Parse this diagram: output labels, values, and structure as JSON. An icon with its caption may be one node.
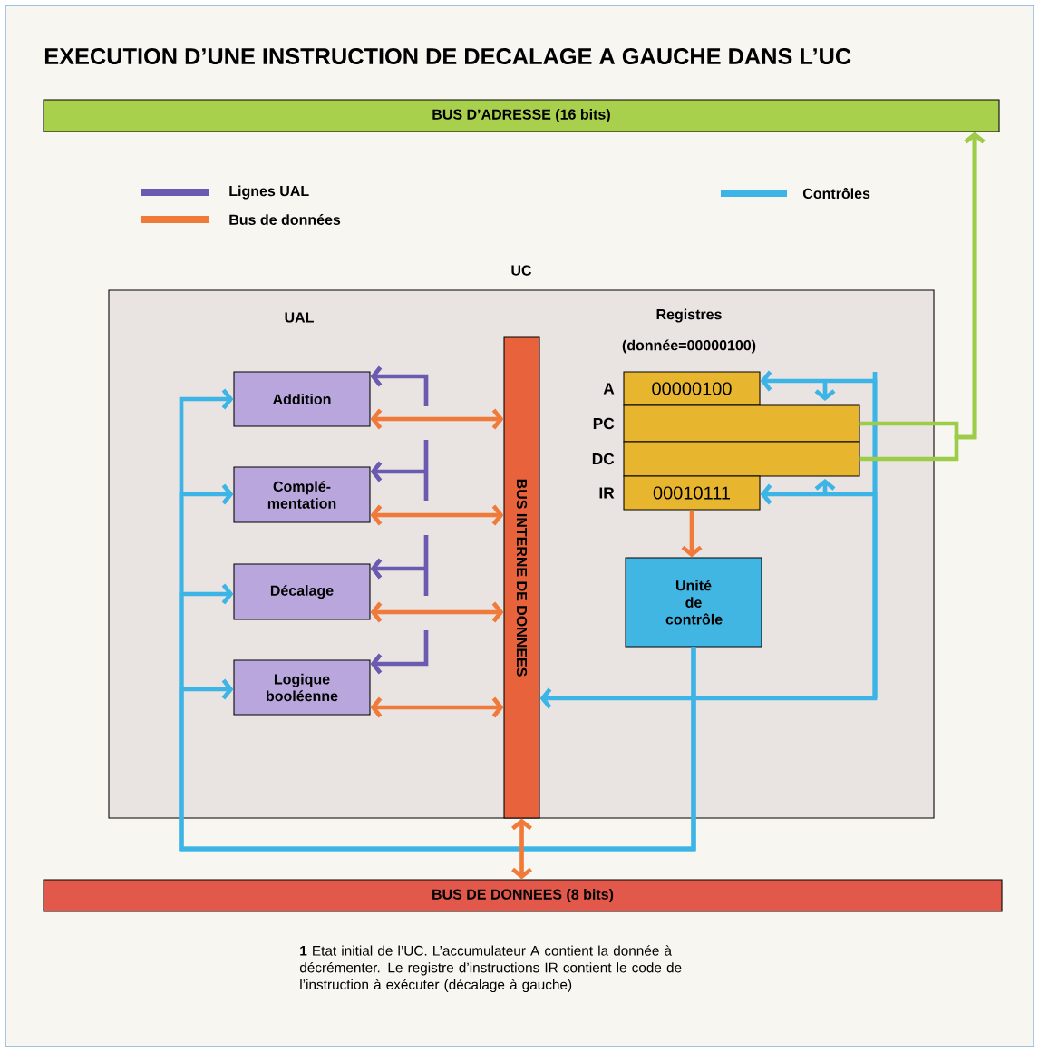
{
  "diagram": {
    "title": "EXECUTION D’UNE INSTRUCTION DE DECALAGE A GAUCHE DANS L’UC",
    "caption": "**1** Etat initial de l’UC. L’accumulateur A contient la donnée à décrémenter. Le registre d’instructions IR contient le code de l’instruction à exécuter (décalage à gauche)",
    "nodes": [
      {
        "text": [
          "BUS D’ADRESSE (16 bits)"
        ]
      },
      {
        "text": [
          "UC"
        ]
      },
      {
        "text": [
          "Addition"
        ],
        "in": 1
      },
      {
        "text": [
          "Complé- mentation"
        ],
        "in": 1
      },
      {
        "text": [
          "Décalage"
        ],
        "in": 1
      },
      {
        "text": [
          "Logique booléenne"
        ],
        "in": 1
      },
      {
        "text": [
          "BUS INTERNE DE DONNEES"
        ],
        "in": 1
      },
      {
        "text": [
          "00000100"
        ],
        "beside": [
          "A"
        ],
        "in": 1
      },
      {
        "text": [],
        "shape": "box",
        "beside": [
          "PC"
        ],
        "in": 1
      },
      {
        "text": [],
        "shape": "box",
        "beside": [
          "DC"
        ],
        "in": 1
      },
      {
        "text": [
          "00010111"
        ],
        "beside": [
          "IR"
        ],
        "in": 1
      },
      {
        "text": [
          "Unité de contrôle"
        ],
        "in": 1
      },
      {
        "text": [
          "BUS DE DONNEES (8 bits)"
        ]
      }
    ],
    "edges": [
      {
        "from": 2,
        "to": 6,
        "arrow": "both",
        "color": "#f07a3a"
      },
      {
        "from": 3,
        "to": 6,
        "arrow": "both",
        "color": "#f07a3a"
      },
      {
        "from": 4,
        "to": 6,
        "arrow": "both",
        "color": "#f07a3a"
      },
      {
        "from": 5,
        "to": 6,
        "arrow": "both",
        "color": "#f07a3a"
      },
      {
        "from": null,
        "to": 2,
        "arrow": "to",
        "color": "#6b5bb0"
      },
      {
        "from": null,
        "to": 3,
        "arrow": "to",
        "color": "#6b5bb0"
      },
      {
        "from": null,
        "to": 4,
        "arrow": "to",
        "color": "#6b5bb0"
      },
      {
        "from": null,
        "to": 5,
        "arrow": "to",
        "color": "#6b5bb0"
      },
      {
        "from": 11,
        "to": 2,
        "arrow": "to"
      },
      {
        "from": 11,
        "to": 3,
        "arrow": "to"
      },
      {
        "from": 11,
        "to": 4,
        "arrow": "to"
      },
      {
        "from": 11,
        "to": 5,
        "arrow": "to"
      },
      {
        "from": null,
        "to": 7,
        "arrow": "to"
      },
      {
        "from": null,
        "to": 10,
        "arrow": "to"
      },
      {
        "from": null,
        "to": 6,
        "arrow": "to"
      },
      {
        "from": 8,
        "to": 0,
        "arrow": "to",
        "color": "#9ccc48"
      },
      {
        "from": 9,
        "to": 0,
        "arrow": "to",
        "color": "#9ccc48"
      },
      {
        "from": 10,
        "to": 11,
        "arrow": "to",
        "color": "#f07a3a"
      },
      {
        "from": 6,
        "to": 12,
        "arrow": "both",
        "color": "#f07a3a"
      }
    ],
    "labels": [
      "UAL",
      "Registres",
      "(donnée=00000100)"
    ],
    "legend": [
      {
        "text": "Lignes UAL",
        "color": "#6b5bb0"
      },
      {
        "text": "Bus de données",
        "color": "#f07a3a"
      },
      {
        "text": "Contrôles",
        "color": "#3cb4e6"
      }
    ]
  }
}
